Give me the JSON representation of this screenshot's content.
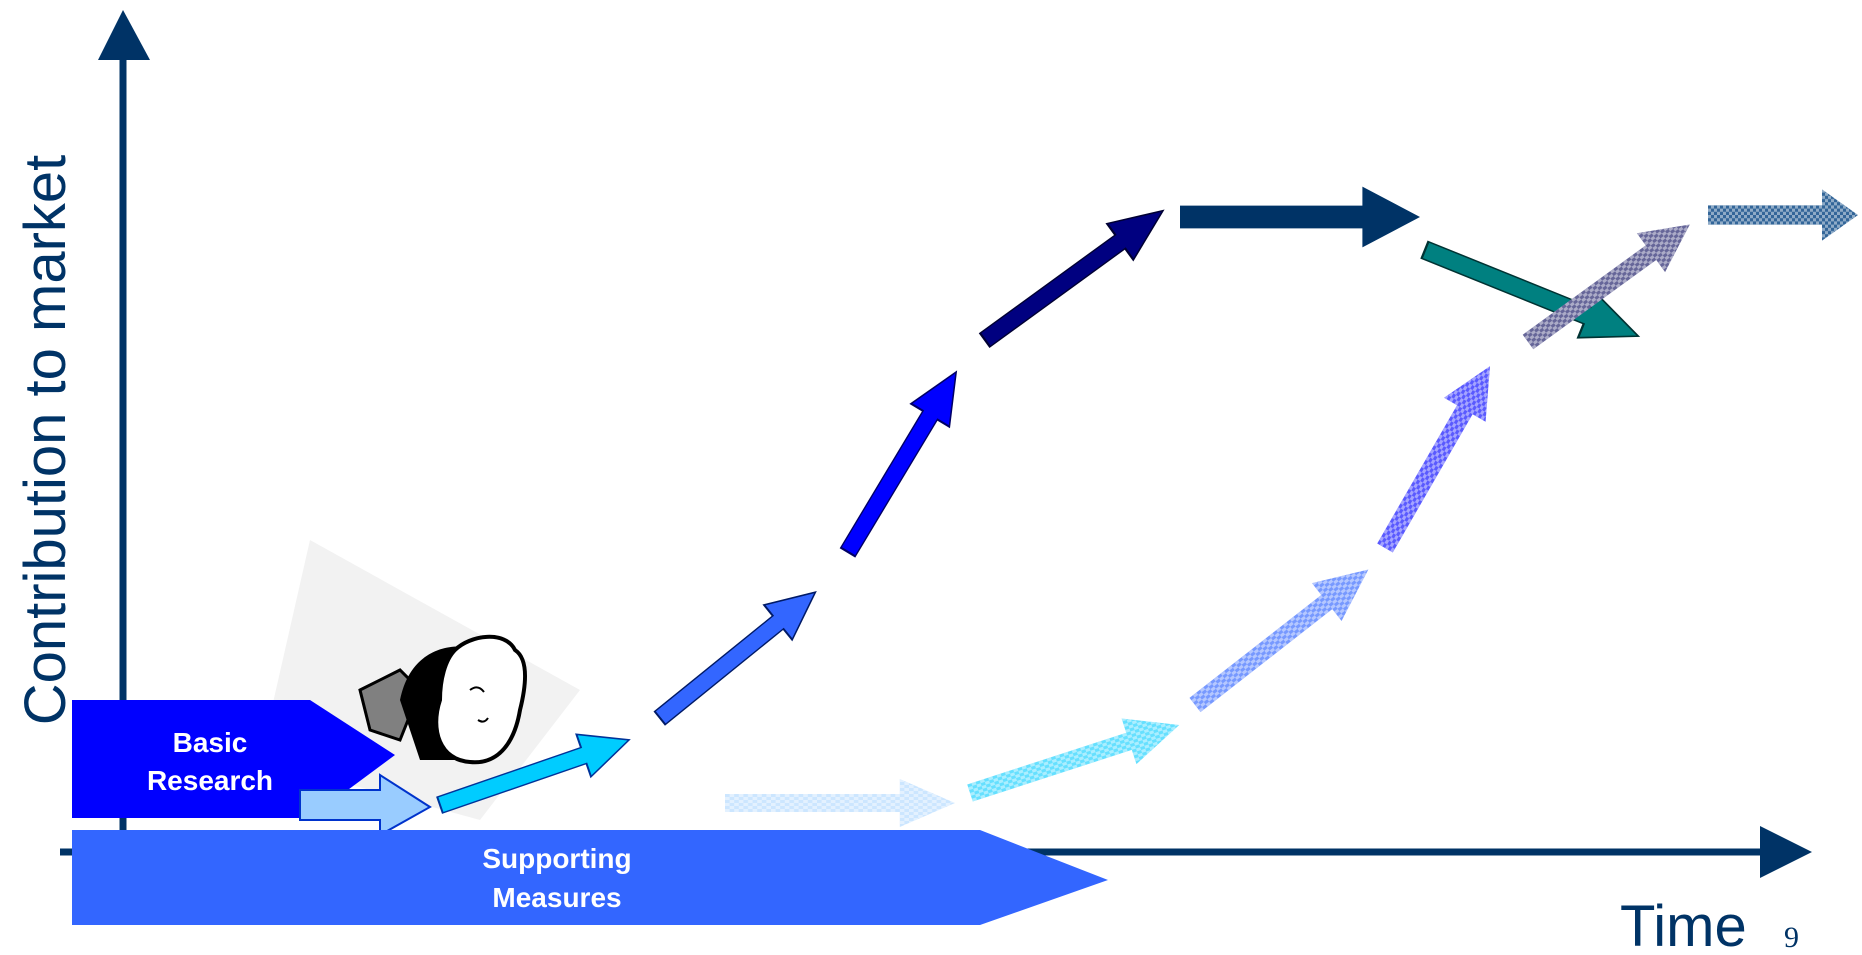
{
  "y_axis_label": "Contribution to market",
  "x_axis_label": "Time",
  "page_number": "9",
  "basic_research_line1": "Basic",
  "basic_research_line2": "Research",
  "supporting_measures_line1": "Supporting",
  "supporting_measures_line2": "Measures",
  "colors": {
    "axis": "#003366",
    "basic_research": "#0000ff",
    "supporting_measures": "#3366ff",
    "arrow_light_blue": "#99ccff",
    "arrow_cyan": "#00ccff",
    "arrow_mid_blue": "#3366ff",
    "arrow_blue": "#0000ff",
    "arrow_navy": "#000080",
    "arrow_dark_navy": "#003366",
    "arrow_teal": "#008080",
    "arrow_periwinkle": "#5a5aff",
    "arrow_slate": "#666699",
    "arrow_steel": "#336699"
  }
}
